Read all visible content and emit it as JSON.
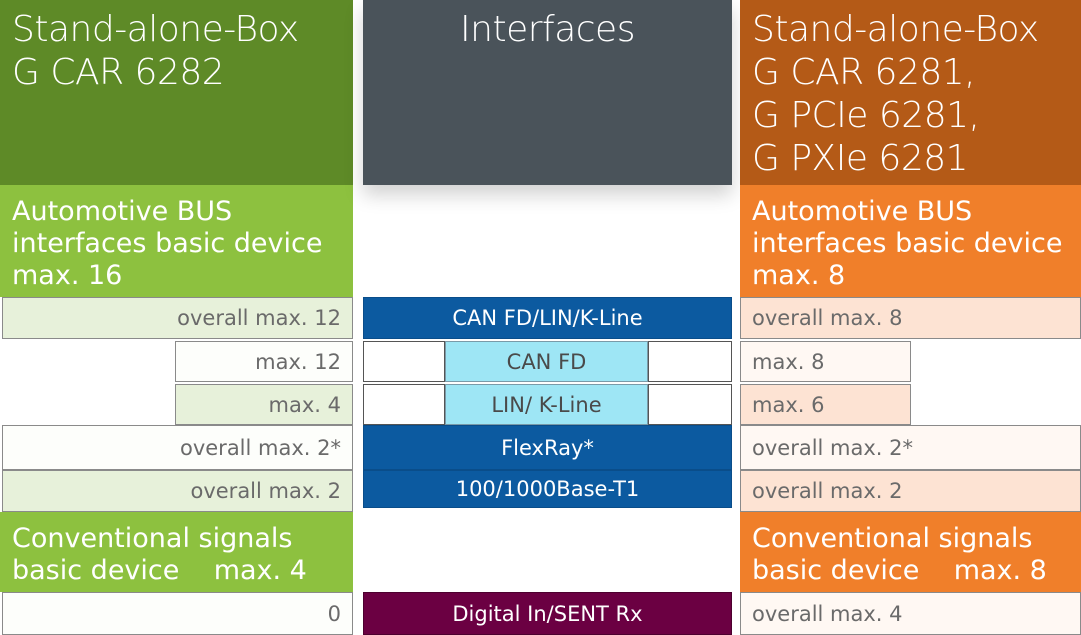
{
  "left": {
    "title_line1": "Stand-alone-Box",
    "title_line2": "G CAR 6282",
    "bus_line1": "Automotive BUS",
    "bus_line2": "interfaces basic device",
    "bus_line3": "max. 16",
    "rows": {
      "can_lin": "overall max. 12",
      "can_fd": "max. 12",
      "lin_kline": "max.  4",
      "flexray": "overall max. 2*",
      "ethernet": "overall max. 2",
      "digital": "0"
    },
    "conv_line1": "Conventional signals",
    "conv_line2": "basic device    max. 4"
  },
  "center": {
    "title": "Interfaces",
    "rows": {
      "can_lin": "CAN FD/LIN/K-Line",
      "can_fd": "CAN FD",
      "lin_kline": "LIN/ K-Line",
      "flexray": "FlexRay*",
      "ethernet": "100/1000Base-T1",
      "digital": "Digital In/SENT Rx"
    }
  },
  "right": {
    "title_line1": "Stand-alone-Box",
    "title_line2": "G CAR 6281,",
    "title_line3": "G PCIe 6281,",
    "title_line4": "G PXIe 6281",
    "bus_line1": "Automotive BUS",
    "bus_line2": "interfaces basic device",
    "bus_line3": "max. 8",
    "rows": {
      "can_lin": "overall max. 8",
      "can_fd": "max. 8",
      "lin_kline": "max. 6",
      "flexray": "overall max. 2*",
      "ethernet": "overall max. 2",
      "digital": "overall max. 4"
    },
    "conv_line1": "Conventional signals",
    "conv_line2": "basic device    max. 8"
  },
  "colors": {
    "left_dark": "#5e8a27",
    "left_light": "#8dc13f",
    "center_dark": "#4a535a",
    "right_dark": "#b45a17",
    "right_light": "#f07f2a",
    "blue": "#0c5aa0",
    "cyan": "#9ee6f5",
    "purple": "#6b0042"
  }
}
